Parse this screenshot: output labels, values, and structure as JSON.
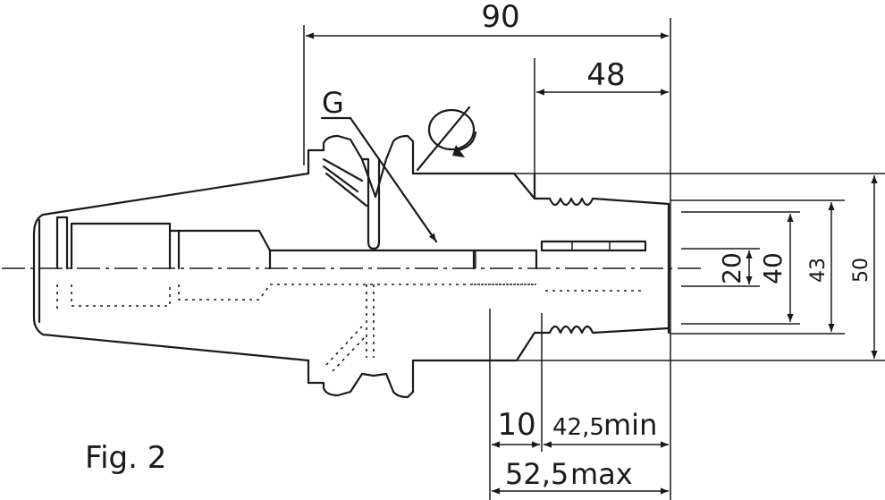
{
  "figure": {
    "caption": "Fig. 2"
  },
  "dimensions": {
    "total_length": "90",
    "collet_length": "48",
    "bore": "20",
    "inner_diameter": "40",
    "thread_diameter": "43",
    "outer_diameter": "50",
    "collar_offset": "10",
    "min_length": "42,5",
    "min_suffix": "min",
    "max_length": "52,5",
    "max_suffix": "max"
  },
  "labels": {
    "thread_callout": "G"
  },
  "icons": {
    "rotation": "rotation-direction-icon"
  }
}
